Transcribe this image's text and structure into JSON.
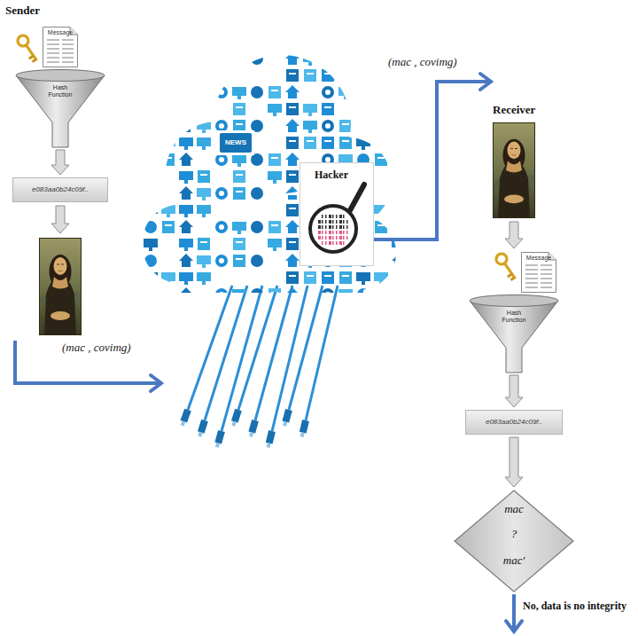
{
  "diagram": {
    "nodes": [
      {
        "text": [
          "Message"
        ]
      },
      {
        "text": [
          "Hash Function"
        ]
      },
      {
        "text": [
          "e083aa0b24c09f.."
        ]
      },
      {
        "text": [
          "Hacker"
        ]
      },
      {
        "text": [
          "Message"
        ]
      },
      {
        "text": [
          "Hash Function"
        ]
      },
      {
        "text": [
          "e083aa0b24c09f.."
        ]
      },
      {
        "text": [
          "mac",
          "?",
          "mac'"
        ]
      }
    ],
    "edges": [
      {
        "from": 1,
        "to": 2,
        "arrow": "to"
      },
      {
        "from": 5,
        "to": 6,
        "arrow": "to"
      },
      {
        "from": 6,
        "to": 7,
        "arrow": "to"
      }
    ],
    "labels": [
      "Sender",
      "(mac , covimg)",
      "NEWS",
      "(mac , covimg)",
      "Receiver",
      "No, data is no integrity"
    ]
  }
}
